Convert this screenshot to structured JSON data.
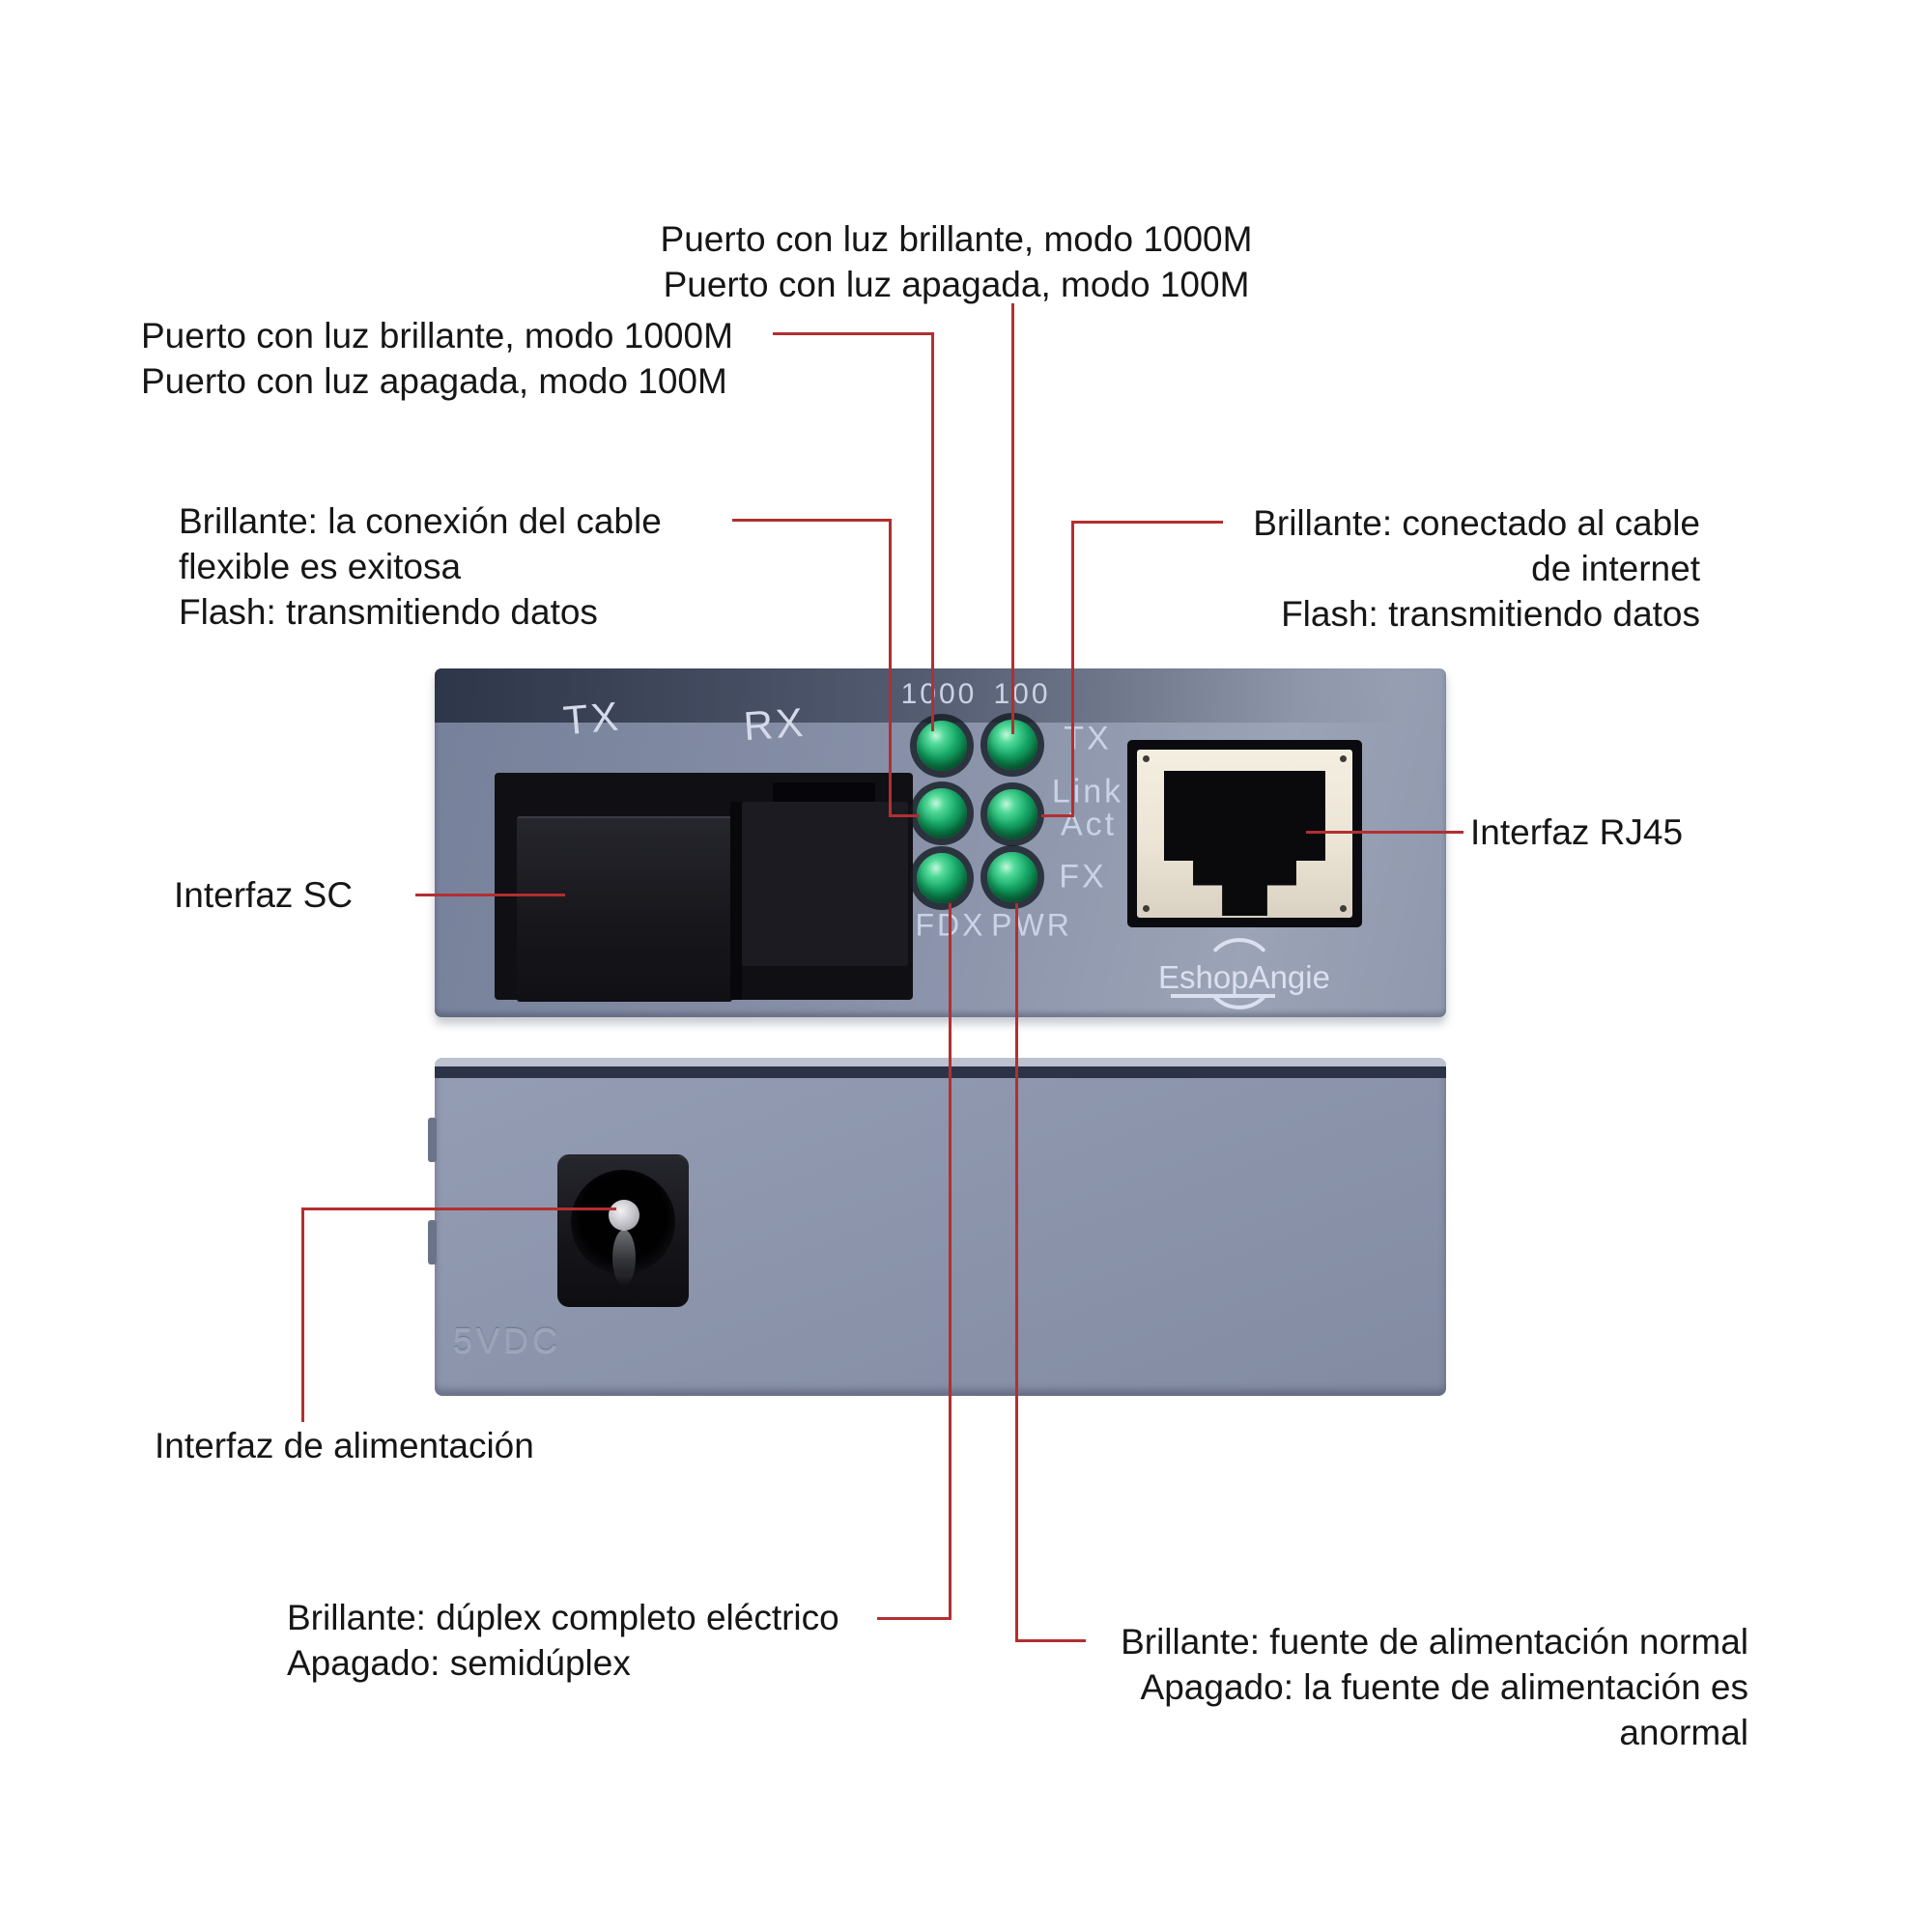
{
  "colors": {
    "annotation_line": "#b22f31",
    "panel_face": "#8a93a9",
    "panel_top_band": "#39415a",
    "back_panel": "#8d96ad",
    "led_green": "#14a568",
    "silkscreen": "#ccd2e6",
    "rj45_plate": "#efe9dc",
    "connector_black": "#17171c"
  },
  "annotations": {
    "top_center": {
      "lines": [
        "Puerto con luz brillante, modo 1000M",
        "Puerto con luz apagada, modo 100M"
      ]
    },
    "left_upper": {
      "lines": [
        "Puerto con luz brillante, modo 1000M",
        "Puerto con luz apagada, modo 100M"
      ]
    },
    "left_middle": {
      "lines": [
        "Brillante: la conexión del cable",
        "flexible es exitosa",
        "Flash: transmitiendo datos"
      ]
    },
    "right_middle": {
      "lines": [
        "Brillante: conectado al cable",
        "de internet",
        "Flash: transmitiendo datos"
      ]
    },
    "sc_label": "Interfaz SC",
    "rj45_label": "Interfaz RJ45",
    "power_label": "Interfaz de alimentación",
    "bottom_left": {
      "lines": [
        "Brillante: dúplex completo eléctrico",
        "Apagado: semidúplex"
      ]
    },
    "bottom_right": {
      "lines": [
        "Brillante: fuente de alimentación normal",
        "Apagado: la fuente de alimentación es",
        "anormal"
      ]
    }
  },
  "device_front": {
    "fiber_tx": "TX",
    "fiber_rx": "RX",
    "led_col_1000": "1000",
    "led_col_100": "100",
    "led_row_tx": "TX",
    "led_row_link": "Link",
    "led_row_act": "Act",
    "led_row_fx": "FX",
    "led_fdx": "FDX",
    "led_pwr": "PWR",
    "logo": "EshopAngie"
  },
  "device_back": {
    "voltage_label": "5VDC"
  }
}
